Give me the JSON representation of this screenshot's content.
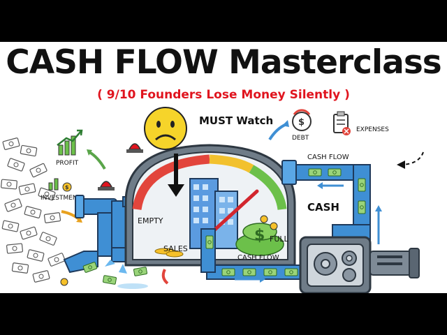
{
  "title": "CASH FLOW Masterclass",
  "subtitle": "( 9/10 Founders Lose Money Silently )",
  "labels": {
    "must_watch": "MUST Watch",
    "profit": "PROFIT",
    "investment": "INVESTMENT",
    "debt": "DEBT",
    "expenses": "EXPENSES",
    "cash_flow_top": "CASH FLOW",
    "cash_flow_bottom": "CASH FLOW",
    "cash": "CASH",
    "empty": "EMPTY",
    "full": "FULL",
    "sales": "SALES"
  },
  "icons": {
    "face": "sad-face-icon",
    "debt": "dollar-cycle-icon",
    "expenses": "clipboard-x-icon",
    "profit": "growth-chart-icon",
    "investment": "coin-chart-icon",
    "alarm": "siren-icon",
    "machine": "gear-machine-icon"
  },
  "colors": {
    "accent_red": "#e0141e",
    "face_yellow": "#f6d42a",
    "pipe_blue": "#3f8fd4",
    "money_green": "#5fb548",
    "gauge_red": "#e2453c",
    "gauge_green": "#6cc04a"
  }
}
